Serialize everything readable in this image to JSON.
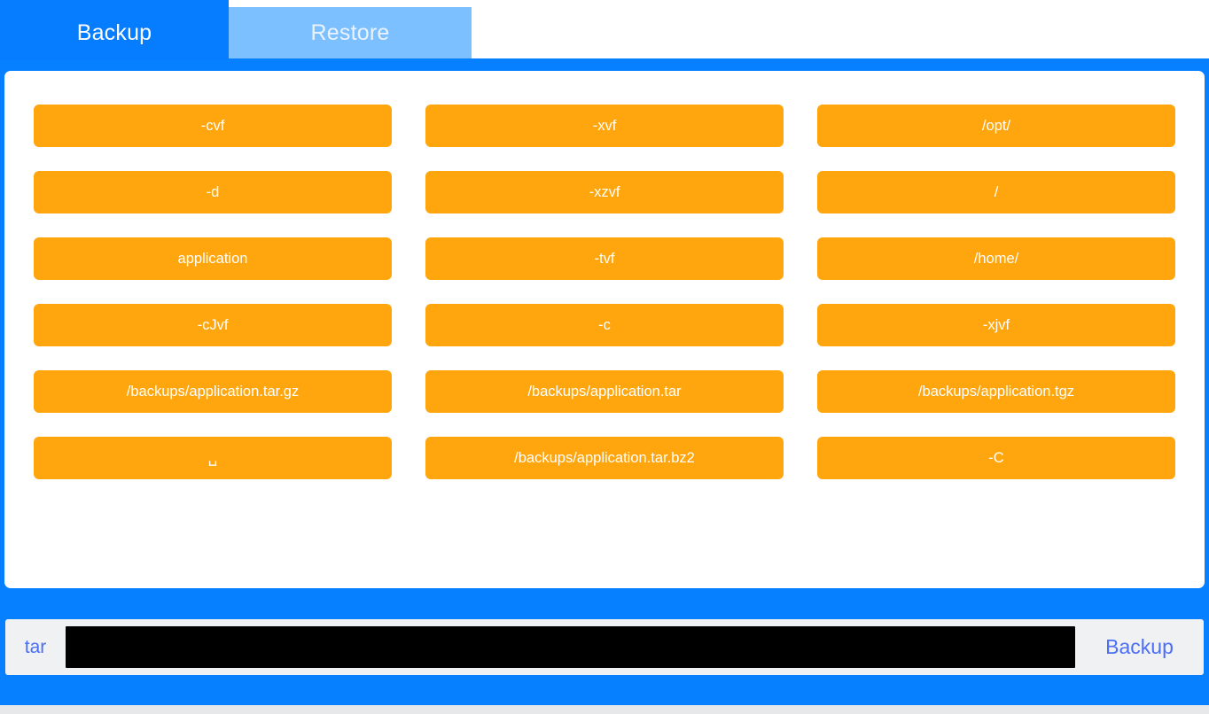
{
  "tabs": [
    {
      "id": "backup",
      "label": "Backup",
      "active": true,
      "name": "tab-backup"
    },
    {
      "id": "restore",
      "label": "Restore",
      "active": false,
      "name": "tab-restore"
    }
  ],
  "colors": {
    "accent_blue": "#0680ff",
    "tab_active_blue": "#067cff",
    "tab_inactive_blue": "#7cc0ff",
    "token_orange": "#ffa50d",
    "token_text": "#ffffff",
    "command_text_blue": "#4c6ef5",
    "command_input_bg": "#000000",
    "command_bar_bg": "#eff1f3",
    "panel_bg": "#ffffff"
  },
  "panel": {
    "tokens": [
      {
        "label": "-cvf",
        "row": 1,
        "col": 1
      },
      {
        "label": "-xvf",
        "row": 1,
        "col": 2
      },
      {
        "label": "/opt/",
        "row": 1,
        "col": 3
      },
      {
        "label": "-d",
        "row": 2,
        "col": 1
      },
      {
        "label": "-xzvf",
        "row": 2,
        "col": 2
      },
      {
        "label": "/",
        "row": 2,
        "col": 3
      },
      {
        "label": "application",
        "row": 3,
        "col": 1
      },
      {
        "label": "-tvf",
        "row": 3,
        "col": 2
      },
      {
        "label": "/home/",
        "row": 3,
        "col": 3
      },
      {
        "label": "-cJvf",
        "row": 4,
        "col": 1
      },
      {
        "label": "-c",
        "row": 4,
        "col": 2
      },
      {
        "label": "-xjvf",
        "row": 4,
        "col": 3
      },
      {
        "label": "/backups/application.tar.gz",
        "row": 5,
        "col": 1
      },
      {
        "label": "/backups/application.tar",
        "row": 5,
        "col": 2
      },
      {
        "label": "/backups/application.tgz",
        "row": 5,
        "col": 3
      },
      {
        "label": "␣",
        "row": 6,
        "col": 1
      },
      {
        "label": "/backups/application.tar.bz2",
        "row": 6,
        "col": 2
      },
      {
        "label": "-C",
        "row": 6,
        "col": 3
      }
    ]
  },
  "command": {
    "prefix": "tar",
    "value": "",
    "placeholder": "",
    "submit_label": "Backup"
  }
}
